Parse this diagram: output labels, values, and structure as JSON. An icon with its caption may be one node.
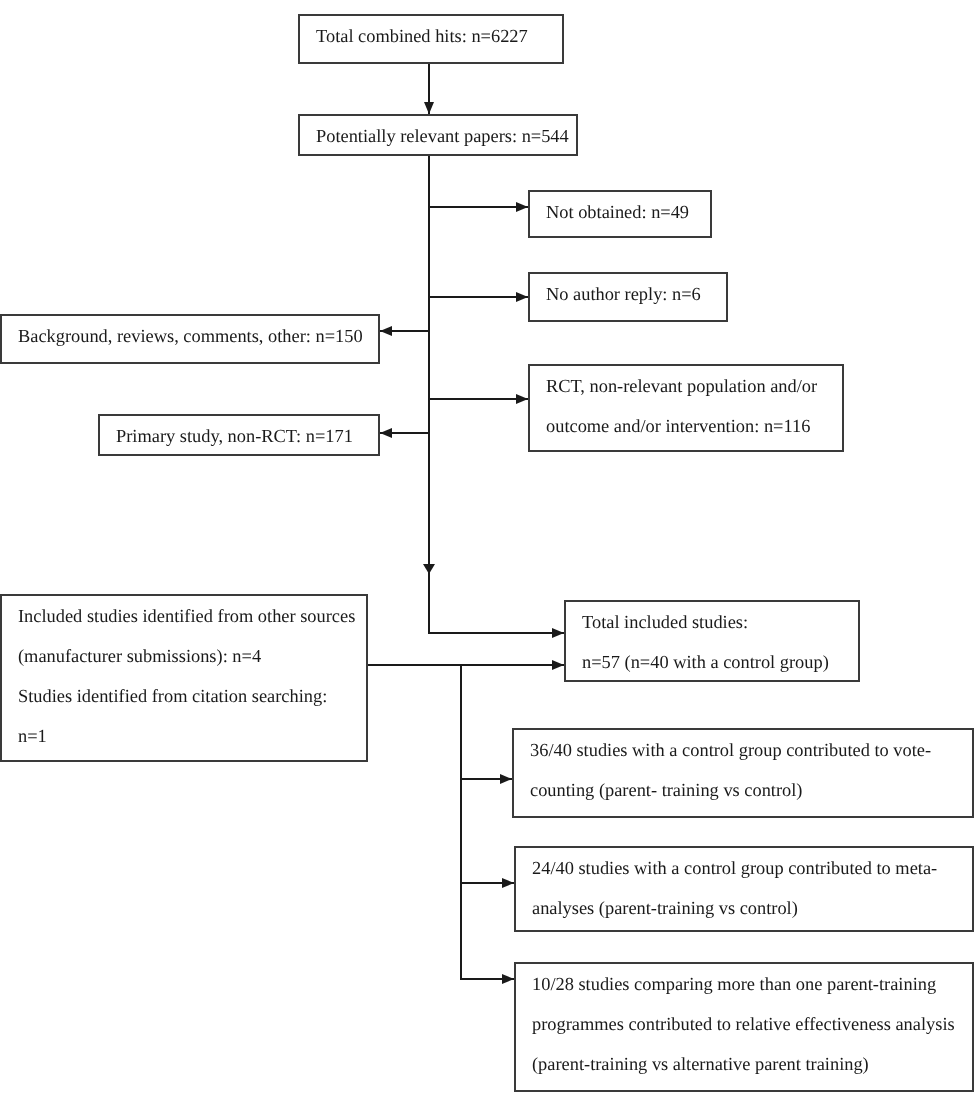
{
  "diagram": {
    "nodes": [
      {
        "text": [
          "Total combined hits: n=6227"
        ]
      },
      {
        "text": [
          "Potentially relevant papers: n=544"
        ]
      },
      {
        "text": [
          "Not obtained: n=49"
        ]
      },
      {
        "text": [
          "No author reply: n=6"
        ]
      },
      {
        "text": [
          "Background, reviews, comments, other: n=150"
        ]
      },
      {
        "text": [
          "RCT, non-relevant population and/or outcome and/or intervention: n=116"
        ]
      },
      {
        "text": [
          "Primary study, non-RCT: n=171"
        ]
      },
      {
        "text": [
          "Included studies identified from other sources (manufacturer submissions): n=4",
          "Studies identified from citation searching: n=1"
        ]
      },
      {
        "text": [
          "Total included studies:",
          "n=57 (n=40 with a control group)"
        ]
      },
      {
        "text": [
          "36/40 studies with a control group contributed to vote-counting (parent- training vs control)"
        ]
      },
      {
        "text": [
          "24/40 studies with a control group contributed to meta-analyses (parent-training vs control)"
        ]
      },
      {
        "text": [
          "10/28 studies comparing more than one parent-training programmes contributed to relative effectiveness analysis (parent-training vs alternative parent training)"
        ]
      }
    ],
    "edges": [
      {
        "from": 0,
        "to": 1,
        "arrow": "to"
      },
      {
        "from": 1,
        "to": 2,
        "arrow": "to"
      },
      {
        "from": 1,
        "to": 3,
        "arrow": "to"
      },
      {
        "from": 1,
        "to": 4,
        "arrow": "to"
      },
      {
        "from": 1,
        "to": 5,
        "arrow": "to"
      },
      {
        "from": 1,
        "to": 6,
        "arrow": "to"
      },
      {
        "from": 1,
        "to": 8,
        "arrow": "to"
      },
      {
        "from": 7,
        "to": 8,
        "arrow": "to"
      },
      {
        "from": 8,
        "to": 9,
        "arrow": "to"
      },
      {
        "from": 8,
        "to": 10,
        "arrow": "to"
      },
      {
        "from": 8,
        "to": 11,
        "arrow": "to"
      }
    ]
  }
}
